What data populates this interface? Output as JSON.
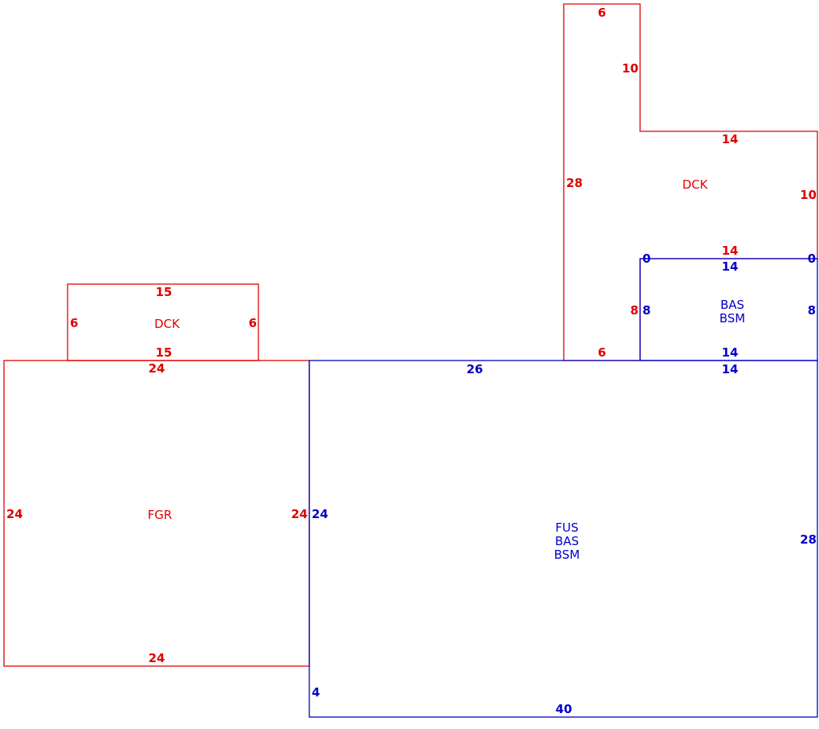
{
  "colors": {
    "red": "#e00000",
    "blue": "#0000c8"
  },
  "dck_upper": {
    "label": "DCK",
    "dims": {
      "top": "6",
      "notch_side": "10",
      "ledge": "14",
      "right": "10",
      "left": "28",
      "inner_bottom": "14",
      "lower_side": "8",
      "bottom": "6"
    }
  },
  "dck_left": {
    "label": "DCK",
    "dims": {
      "top": "15",
      "left": "6",
      "right": "6",
      "bottom": "15"
    }
  },
  "fgr": {
    "label": "FGR",
    "dims": {
      "top": "24",
      "left": "24",
      "right": "24",
      "bottom": "24"
    }
  },
  "bas_small": {
    "label_1": "BAS",
    "label_2": "BSM",
    "dims": {
      "top": "14",
      "left_corner": "0",
      "right_corner": "0",
      "left": "8",
      "right": "8",
      "bottom": "14"
    }
  },
  "fus_main": {
    "label_1": "FUS",
    "label_2": "BAS",
    "label_3": "BSM",
    "dims": {
      "top_left": "26",
      "top_right": "14",
      "left_upper": "24",
      "right": "28",
      "left_lower": "4",
      "bottom": "40"
    }
  }
}
